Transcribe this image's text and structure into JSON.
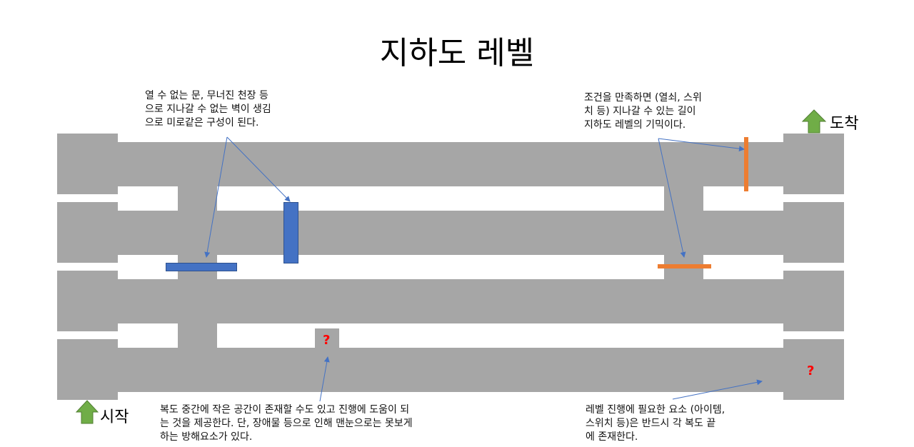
{
  "title": "지하도 레벨",
  "notes": {
    "door_note": "열 수 없는 문, 무너진 천장 등\n으로 지나갈 수 없는 벽이 생김\n으로 미로같은 구성이 된다.",
    "gimmick_note": "조건을 만족하면 (열쇠, 스위\n치 등) 지나갈 수 있는 길이\n지하도 레벨의 기믹이다.",
    "room_note": "복도 중간에 작은 공간이 존재할 수도 있고 진행에 도움이 되\n는 것을 제공한다. 단, 장애물 등으로 인해 맨눈으로는 못보게\n하는 방해요소가 있다.",
    "end_note": "레벨 진행에 필요한 요소 (아이템,\n스위치 등)은 반드시 각 복도 끝\n에 존재한다."
  },
  "start_label": "시작",
  "goal_label": "도착",
  "question_mark": "?",
  "colors": {
    "corridor": "#a6a6a6",
    "blocked_door": "#4472c4",
    "conditional_door": "#ed7d31",
    "arrow_up": "#70ad47",
    "connector_line": "#4472c4",
    "question": "#ff0000"
  }
}
